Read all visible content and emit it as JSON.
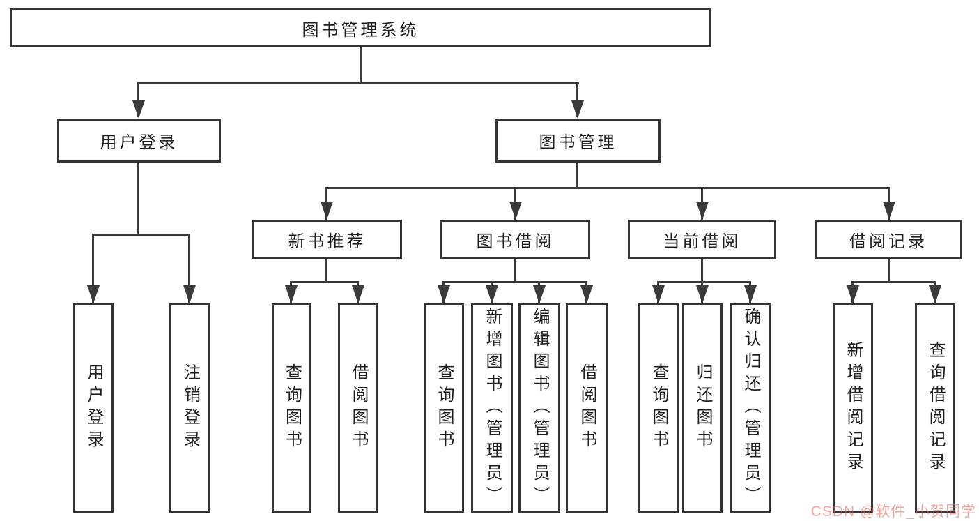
{
  "tree": {
    "root": "图书管理系统",
    "branches": [
      {
        "label": "用户登录",
        "children": [
          "用户登录",
          "注销登录"
        ]
      },
      {
        "label": "图书管理",
        "groups": [
          {
            "label": "新书推荐",
            "children": [
              "查询图书",
              "借阅图书"
            ]
          },
          {
            "label": "图书借阅",
            "children": [
              "查询图书",
              "新增图书（管理员）",
              "编辑图书（管理员）",
              "借阅图书"
            ]
          },
          {
            "label": "当前借阅",
            "children": [
              "查询图书",
              "归还图书",
              "确认归还（管理员）"
            ]
          },
          {
            "label": "借阅记录",
            "children": [
              "新增借阅记录",
              "查询借阅记录"
            ]
          }
        ]
      }
    ]
  },
  "watermark": {
    "text": "CSDN @软件_小贺同学"
  },
  "colors": {
    "line": "#3a3a3a",
    "box_border": "#333333",
    "text": "#1f1f1f",
    "watermark": "#f0a19c",
    "background": "#ffffff"
  }
}
